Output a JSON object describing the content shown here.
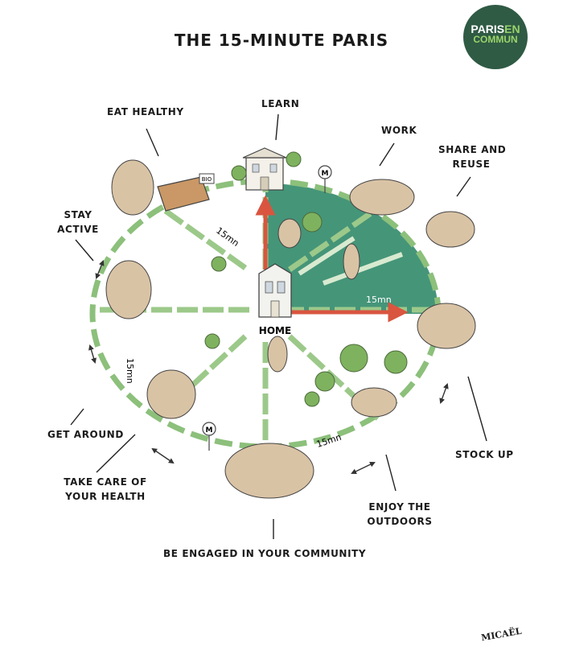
{
  "title": "THE 15-MINUTE PARIS",
  "logo": {
    "line1_a": "PARIS",
    "line1_b": "EN",
    "line2": "COMMUN"
  },
  "center_label": "HOME",
  "distance_labels": [
    "15mn",
    "15mn",
    "15mn",
    "15mn"
  ],
  "sign_texts": [
    "BIO",
    "M",
    "M"
  ],
  "activities": {
    "eat_healthy": "EAT HEALTHY",
    "learn": "LEARN",
    "work": "WORK",
    "share_1": "SHARE AND",
    "share_2": "REUSE",
    "stay_1": "STAY",
    "stay_2": "ACTIVE",
    "get_around": "GET AROUND",
    "health_1": "TAKE CARE OF",
    "health_2": "YOUR HEALTH",
    "stock_up": "STOCK UP",
    "outdoors_1": "ENJOY THE",
    "outdoors_2": "OUTDOORS",
    "community": "BE ENGAGED IN YOUR COMMUNITY"
  },
  "signature": "MICAËL",
  "colors": {
    "sector_fill": "#3b8f72",
    "ring_dash": "#8cc07b",
    "arrow": "#d9553f",
    "logo_bg": "#2f5a44",
    "logo_accent": "#9ad36a"
  }
}
